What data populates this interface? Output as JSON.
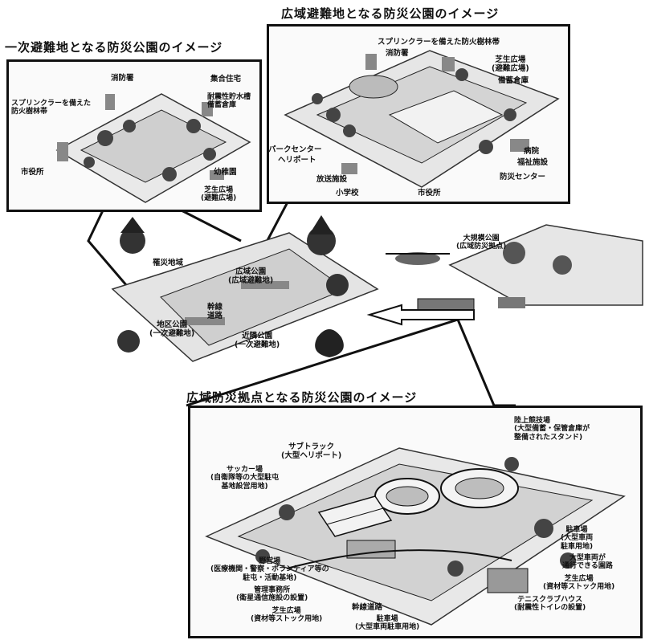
{
  "panels": {
    "primary": {
      "title": "一次避難地となる防災公園のイメージ",
      "labels": {
        "fire_station": "消防署",
        "housing": "集合住宅",
        "sprinkler": "スプリンクラーを備えた\n防火樹林帯",
        "water_tank": "耐震性貯水槽\n備蓄倉庫",
        "city_hall": "市役所",
        "kindergarten": "幼稚園",
        "lawn": "芝生広場\n(避難広場)"
      }
    },
    "wide": {
      "title": "広域避難地となる防災公園のイメージ",
      "labels": {
        "sprinkler": "スプリンクラーを備えた防火樹林帯",
        "fire_station": "消防署",
        "lawn": "芝生広場\n(避難広場)",
        "storage": "備蓄倉庫",
        "park_center": "パークセンター",
        "heliport": "ヘリポート",
        "broadcast": "放送施設",
        "school": "小学校",
        "city_hall": "市役所",
        "hospital": "病院",
        "welfare": "福祉施設",
        "disaster_center": "防災センター"
      }
    },
    "city": {
      "labels": {
        "burning_area": "罹災地域",
        "wide_park": "広域公園\n(広域避難地)",
        "road": "幹線\n道路",
        "district_park": "地区公園\n(一次避難地)",
        "neighborhood_park": "近隣公園\n(一次避難地)",
        "base_park": "大規模公園\n(広域防災拠点)"
      }
    },
    "base": {
      "title": "広域防災拠点となる防災公園のイメージ",
      "labels": {
        "sub_track": "サブトラック\n(大型ヘリポート)",
        "stadium": "陸上競技場\n(大型備蓄・保管倉庫が\n整備されたスタンド)",
        "soccer": "サッカー場\n(自衛隊等の大型駐屯\n基地設営用地)",
        "parking": "駐車場\n(大型車両\n駐車用地)",
        "road_loop": "大型車両が\n通行できる園路",
        "lawn1": "芝生広場\n(資材等ストック用地)",
        "camp": "野営場\n(医療機関・警察・ボランティア等の\n駐屯・活動基地)",
        "office": "管理事務所\n(衛星通信施設の設置)",
        "lawn2": "芝生広場\n(資材等ストック用地)",
        "arterial": "幹線道路",
        "big_parking": "駐車場\n(大型車両駐車用地)",
        "tennis": "テニスクラブハウス\n(耐震性トイレの設置)"
      }
    }
  }
}
